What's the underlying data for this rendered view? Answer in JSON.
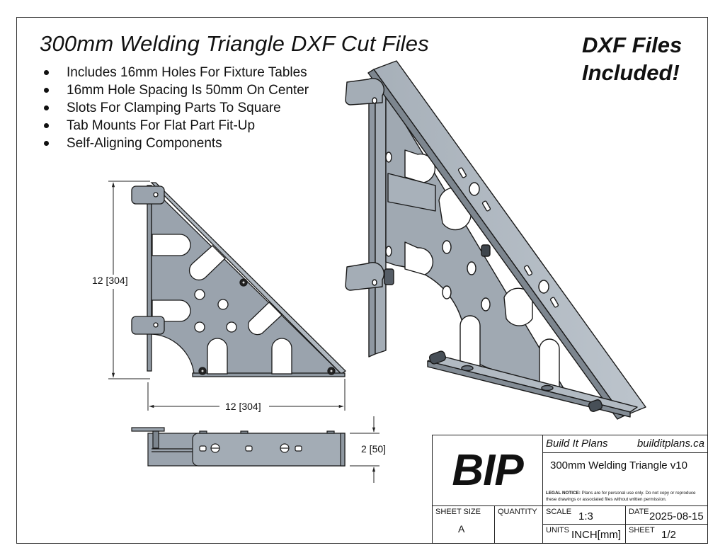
{
  "document": {
    "title": "300mm Welding Triangle DXF Cut Files",
    "promo_line1": "DXF Files",
    "promo_line2": "Included!",
    "features": [
      "Includes 16mm Holes For Fixture Tables",
      "16mm Hole Spacing Is 50mm On Center",
      "Slots For Clamping Parts To Square",
      "Tab Mounts For Flat Part Fit-Up",
      "Self-Aligning Components"
    ]
  },
  "dimensions": {
    "height": "12 [304]",
    "width": "12 [304]",
    "thickness": "2 [50]"
  },
  "title_block": {
    "logo": "BIP",
    "company": "Build It Plans",
    "website": "builditplans.ca",
    "drawing_name": "300mm Welding Triangle v10",
    "legal_label": "LEGAL NOTICE:",
    "legal_text": "Plans are for personal use only. Do not copy or reproduce these drawings or associated files without written permission.",
    "sheet_size_label": "SHEET SIZE",
    "sheet_size": "A",
    "quantity_label": "QUANTITY",
    "quantity": "",
    "scale_label": "SCALE",
    "scale": "1:3",
    "date_label": "DATE",
    "date": "2025-08-15",
    "units_label": "UNITS",
    "units": "INCH[mm]",
    "sheet_label": "SHEET",
    "sheet": "1/2"
  },
  "colors": {
    "metal": "#9aa3ad",
    "metal_dark": "#7d868f",
    "metal_light": "#b6bec6",
    "line": "#1a1a1a"
  }
}
